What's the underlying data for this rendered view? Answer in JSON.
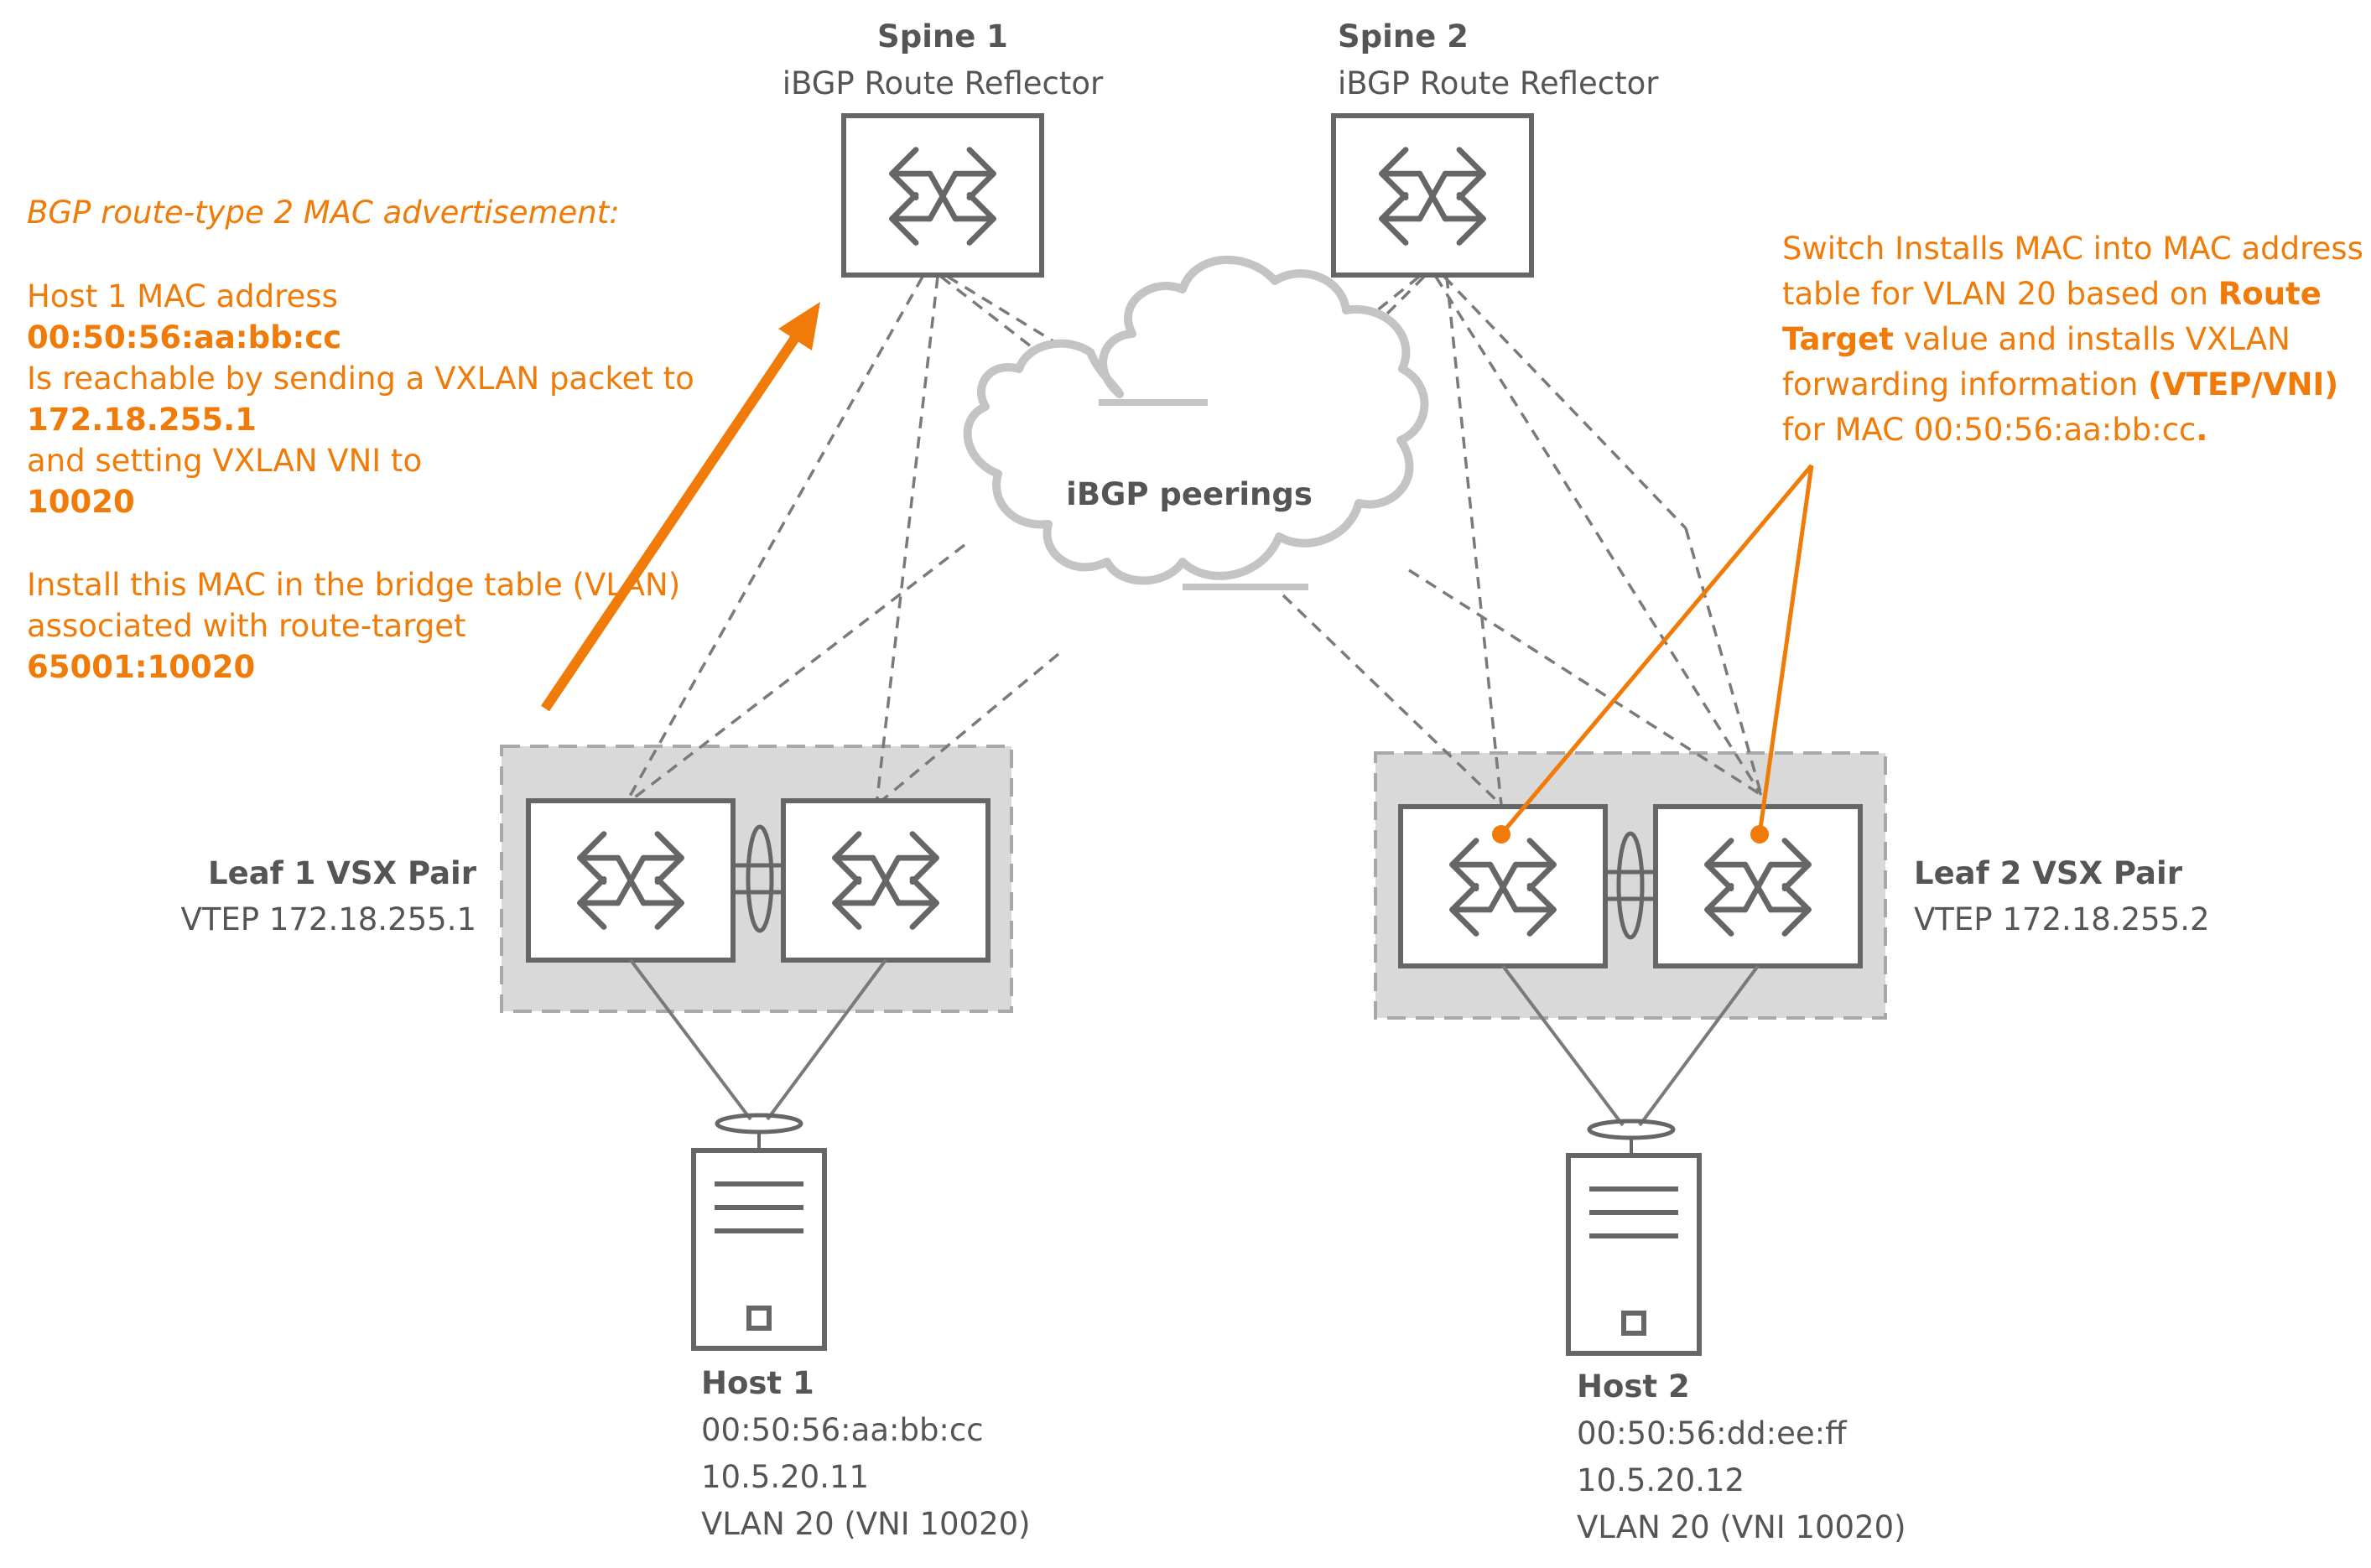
{
  "spines": [
    {
      "name": "Spine 1",
      "role": "iBGP Route Reflector"
    },
    {
      "name": "Spine 2",
      "role": "iBGP Route Reflector"
    }
  ],
  "cloud": {
    "label": "iBGP peerings"
  },
  "leafs": [
    {
      "name": "Leaf 1 VSX Pair",
      "vtep": "VTEP 172.18.255.1"
    },
    {
      "name": "Leaf 2 VSX Pair",
      "vtep": "VTEP 172.18.255.2"
    }
  ],
  "hosts": [
    {
      "name": "Host 1",
      "mac": "00:50:56:aa:bb:cc",
      "ip": "10.5.20.11",
      "vlan": "VLAN 20 (VNI 10020)"
    },
    {
      "name": "Host 2",
      "mac": "00:50:56:dd:ee:ff",
      "ip": "10.5.20.12",
      "vlan": "VLAN 20 (VNI 10020)"
    }
  ],
  "advertisement": {
    "title": "BGP route-type 2 MAC advertisement:",
    "line1": "Host 1 MAC address",
    "mac": "00:50:56:aa:bb:cc",
    "line2": "Is reachable by sending a VXLAN packet to",
    "vtep_ip": "172.18.255.1",
    "line3": "and setting VXLAN VNI to",
    "vni": "10020",
    "line4": "Install this MAC in the bridge table (VLAN)",
    "line5": "associated with route-target",
    "route_target": "65001:10020"
  },
  "install_note": {
    "l1": "Switch Installs MAC into MAC address",
    "l2a": "table for VLAN 20 based on ",
    "l2b": "Route",
    "l3a": "Target",
    "l3b": " value and installs VXLAN",
    "l4a": "forwarding information ",
    "l4b": "(VTEP/VNI)",
    "l5a": "for MAC 00:50:56:aa:bb:cc",
    "l5b": "."
  },
  "colors": {
    "accent": "#f07b08",
    "device": "#666666",
    "text": "#555555",
    "panel": "#d9d9d9"
  },
  "icons": {
    "switch": "switch-icon",
    "server": "server-icon",
    "cloud": "cloud-icon",
    "lag": "lag-ring-icon"
  }
}
